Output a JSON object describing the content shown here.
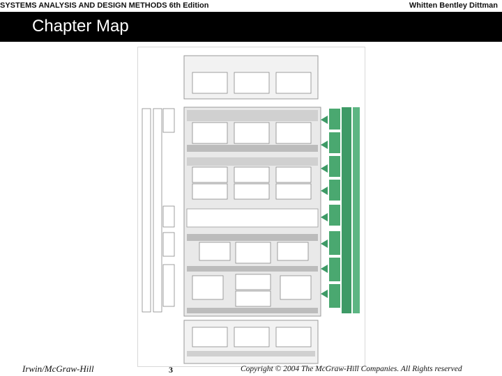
{
  "header": {
    "book_title": "SYSTEMS ANALYSIS AND DESIGN METHODS",
    "edition": "6th Edition",
    "authors": "Whitten   Bentley   Dittman"
  },
  "slide": {
    "title": "Chapter Map"
  },
  "footer": {
    "publisher": "Irwin/McGraw-Hill",
    "page_number": "3",
    "copyright": "Copyright © 2004 The McGraw-Hill Companies. All Rights reserved"
  },
  "colors": {
    "title_band": "#000000",
    "title_text": "#ffffff",
    "map_gray": "#9a9a9a",
    "map_light": "#e9e9e9",
    "green_bar": "#3e9a66"
  }
}
